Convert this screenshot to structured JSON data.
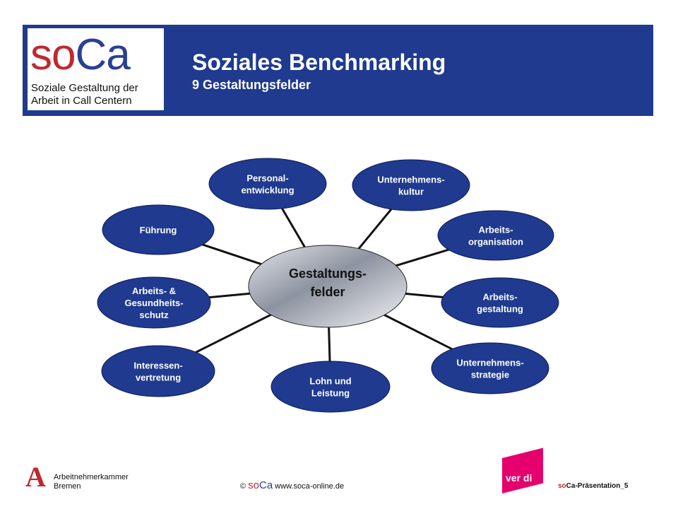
{
  "header": {
    "logo": {
      "mark_so": "so",
      "mark_ca": "Ca",
      "sub_line1": "Soziale Gestaltung der",
      "sub_line2": "Arbeit in Call Centern"
    },
    "title": "Soziales Benchmarking",
    "subtitle": "9  Gestaltungsfelder"
  },
  "diagram": {
    "center": {
      "line1": "Gestaltungs-",
      "line2": "felder"
    },
    "nodes": [
      {
        "id": "personalentwicklung",
        "lines": [
          "Personal-",
          "entwicklung"
        ]
      },
      {
        "id": "unternehmenskultur",
        "lines": [
          "Unternehmens-",
          "kultur"
        ]
      },
      {
        "id": "fuehrung",
        "lines": [
          "Führung"
        ]
      },
      {
        "id": "arbeitsorganisation",
        "lines": [
          "Arbeits-",
          "organisation"
        ]
      },
      {
        "id": "gesundheitsschutz",
        "lines": [
          "Arbeits- &",
          "Gesundheits-",
          "schutz"
        ]
      },
      {
        "id": "arbeitsgestaltung",
        "lines": [
          "Arbeits-",
          "gestaltung"
        ]
      },
      {
        "id": "interessenvertretung",
        "lines": [
          "Interessen-",
          "vertretung"
        ]
      },
      {
        "id": "unternehmensstrategie",
        "lines": [
          "Unternehmens-",
          "strategie"
        ]
      },
      {
        "id": "lohn",
        "lines": [
          "Lohn und",
          "Leistung"
        ]
      }
    ],
    "colors": {
      "node_fill": "#1f3a8f",
      "node_stroke": "#0d1c55",
      "connector": "#111111"
    }
  },
  "footer": {
    "arbeitnehmerkammer": {
      "mark": "A",
      "line1": "Arbeitnehmerkammer",
      "line2": "Bremen"
    },
    "copyright_symbol": "©",
    "brand_so": "so",
    "brand_ca": "Ca",
    "website": "www.soca-online.de",
    "verdi": "ver di",
    "slide_id_so": "so",
    "slide_id_rest": "Ca-Präsentation_5"
  }
}
